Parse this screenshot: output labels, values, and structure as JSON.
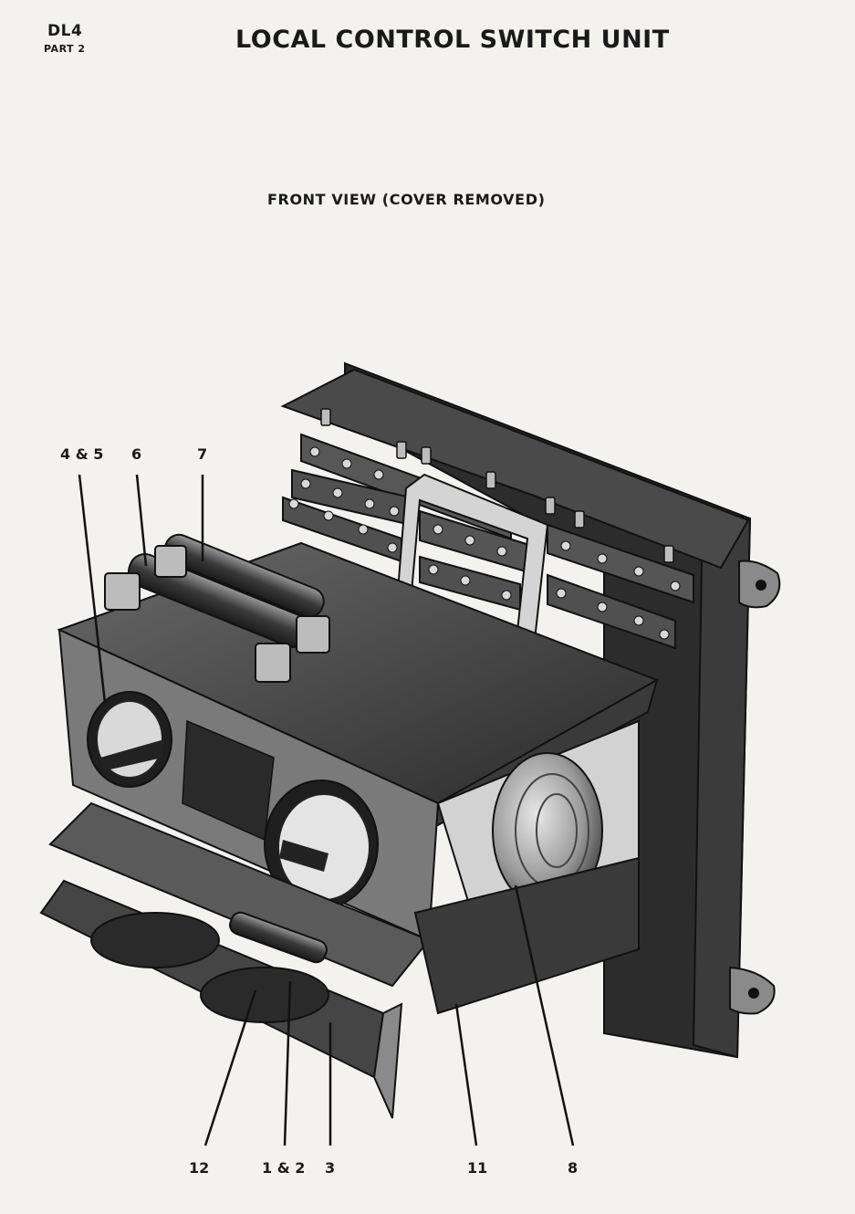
{
  "header": {
    "doc_code": "DL4",
    "doc_part": "PART 2",
    "title": "LOCAL CONTROL SWITCH UNIT"
  },
  "figure": {
    "caption": "FRONT VIEW (COVER REMOVED)",
    "callouts": {
      "c45": "4 & 5",
      "c6": "6",
      "c7": "7",
      "c12": "12",
      "c12b": "1 & 2",
      "c3": "3",
      "c11": "11",
      "c8": "8"
    }
  }
}
